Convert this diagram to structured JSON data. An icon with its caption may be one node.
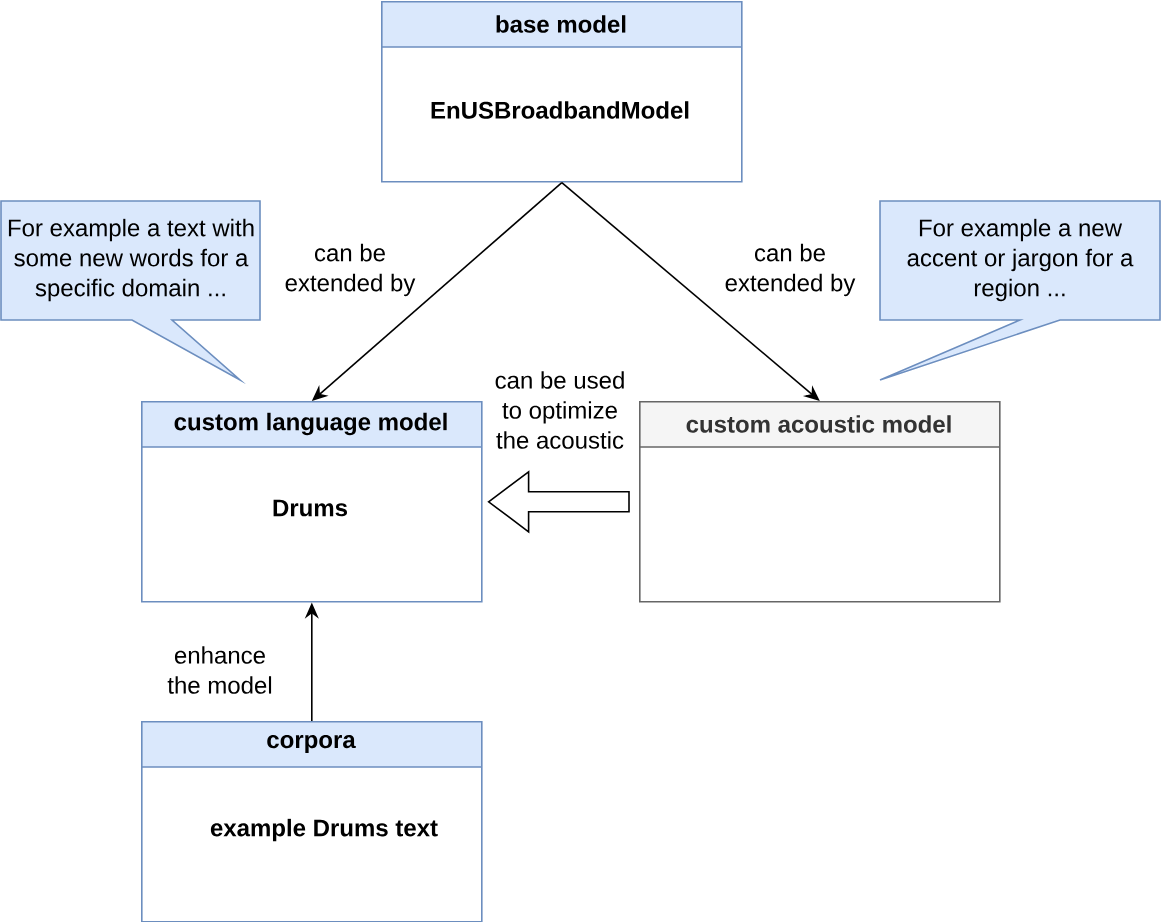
{
  "diagram": {
    "nodes": [
      {
        "text": [
          "base model",
          "EnUSBroadbandModel"
        ]
      },
      {
        "text": [
          "For example a text with some new words for a specific domain ..."
        ]
      },
      {
        "text": [
          "For example a new accent or jargon for a region ..."
        ]
      },
      {
        "text": [
          "custom language model",
          "Drums"
        ]
      },
      {
        "text": [
          "custom acoustic model"
        ]
      },
      {
        "text": [
          "corpora",
          "example Drums text"
        ]
      }
    ],
    "edges": [
      {
        "from": 0,
        "to": 3,
        "arrow": "to",
        "label": "can be extended by"
      },
      {
        "from": 0,
        "to": 4,
        "arrow": "to",
        "label": "can be extended by"
      },
      {
        "from": 4,
        "to": 3,
        "arrow": "to",
        "label": "can be used to optimize the acoustic",
        "style": "thick"
      },
      {
        "from": 5,
        "to": 3,
        "arrow": "to",
        "label": "enhance the model"
      }
    ]
  }
}
